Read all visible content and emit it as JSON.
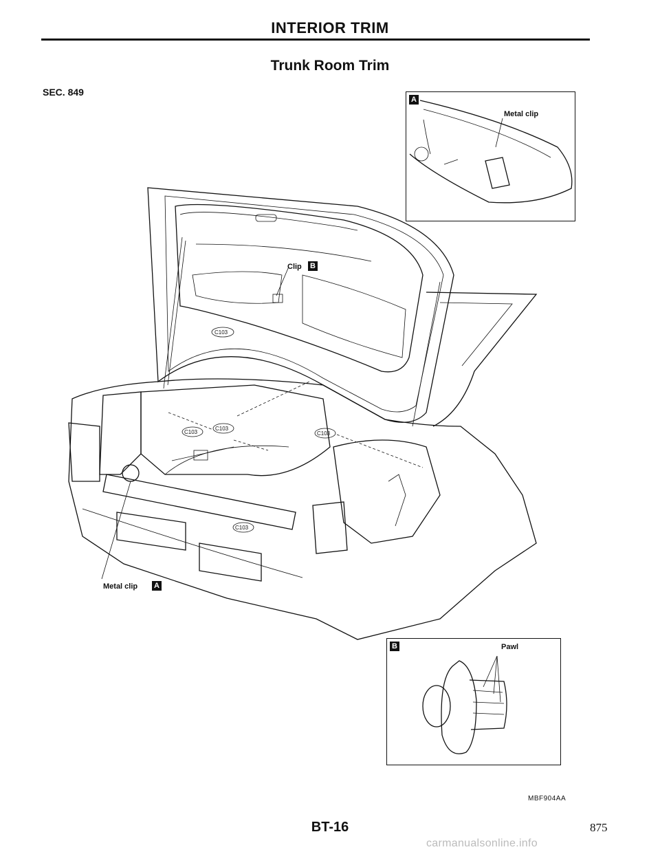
{
  "header": {
    "section_title": "INTERIOR TRIM",
    "subtitle": "Trunk Room Trim",
    "sec": "SEC. 849"
  },
  "labels": {
    "metal_clip": "Metal clip",
    "clip": "Clip",
    "paw": "Pawl",
    "c103": "C103"
  },
  "tags": {
    "a": "A",
    "b": "B"
  },
  "footer": {
    "fig_code": "MBF904AA",
    "page_code": "BT-16",
    "page_number": "875",
    "watermark": "carmanualsonline.info"
  }
}
